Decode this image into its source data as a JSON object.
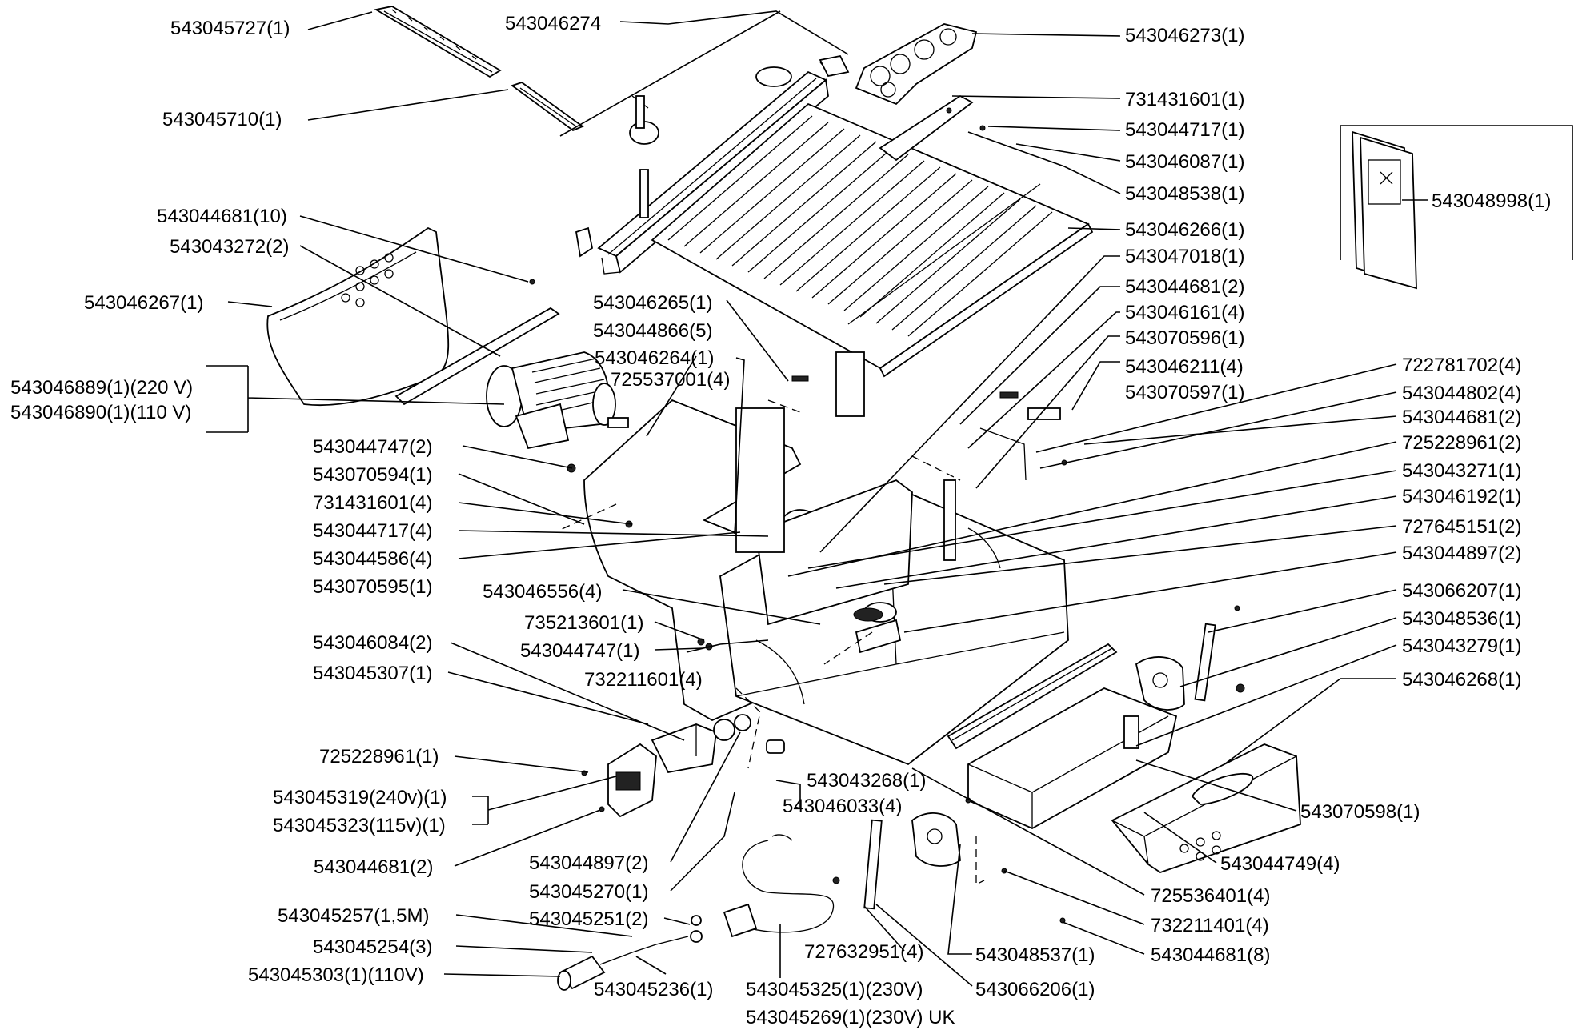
{
  "labels": {
    "l01": "543045727(1)",
    "l02": "543046274",
    "l03": "543046273(1)",
    "l04": "543045710(1)",
    "l05": "731431601(1)",
    "l06": "543044717(1)",
    "l07": "543046087(1)",
    "l08": "543048538(1)",
    "l09": "543044681(10)",
    "l10": "543046266(1)",
    "l11": "543043272(2)",
    "l12": "543047018(1)",
    "l13": "543046267(1)",
    "l14": "543044681(2)",
    "l15": "543046265(1)",
    "l16": "543046161(4)",
    "l17": "543044866(5)",
    "l18": "543070596(1)",
    "l19": "543046264(1)",
    "l20": "543046211(4)",
    "l21": "725537001(4)",
    "l22": "722781702(4)",
    "l23": "543046889(1)(220 V)",
    "l24": "543070597(1)",
    "l25": "543044802(4)",
    "l26": "543046890(1)(110 V)",
    "l27": "543044681(2)",
    "l28": "543044747(2)",
    "l29": "725228961(2)",
    "l30": "543070594(1)",
    "l31": "543043271(1)",
    "l32": "731431601(4)",
    "l33": "543046192(1)",
    "l34": "543044717(4)",
    "l35": "727645151(2)",
    "l36": "543044586(4)",
    "l37": "543044897(2)",
    "l38": "543070595(1)",
    "l39": "543046556(4)",
    "l40": "543066207(1)",
    "l41": "735213601(1)",
    "l42": "543048536(1)",
    "l43": "543044747(1)",
    "l44": "543043279(1)",
    "l45": "543046084(2)",
    "l46": "732211601(4)",
    "l47": "543046268(1)",
    "l48": "543045307(1)",
    "l49": "725228961(1)",
    "l50": "543043268(1)",
    "l51": "543046033(4)",
    "l52": "543070598(1)",
    "l53": "543045319(240v)(1)",
    "l54": "543045323(115v)(1)",
    "l55": "543044681(2)",
    "l56": "543044897(2)",
    "l57": "543044749(4)",
    "l58": "543045270(1)",
    "l59": "725536401(4)",
    "l60": "543045257(1,5M)",
    "l61": "543045251(2)",
    "l62": "732211401(4)",
    "l63": "543045254(3)",
    "l64": "727632951(4)",
    "l65": "543048537(1)",
    "l66": "543044681(8)",
    "l67": "543045303(1)(110V)",
    "l68": "543045236(1)",
    "l69": "543045325(1)(230V)",
    "l70": "543066206(1)",
    "l71": "543045269(1)(230V) UK",
    "l72": "543048998(1)"
  }
}
